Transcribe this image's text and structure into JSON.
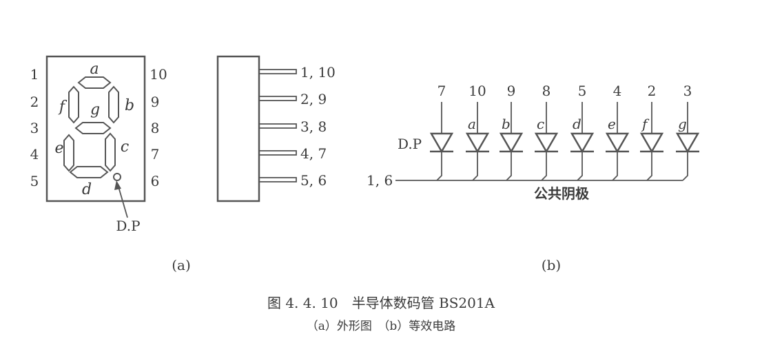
{
  "figure_a": {
    "left_pins": [
      "1",
      "2",
      "3",
      "4",
      "5"
    ],
    "right_pins": [
      "10",
      "9",
      "8",
      "7",
      "6"
    ],
    "segments": {
      "a": "a",
      "b": "b",
      "c": "c",
      "d": "d",
      "e": "e",
      "f": "f",
      "g": "g"
    },
    "dp_label": "D.P",
    "side_pins": [
      "1, 10",
      "2, 9",
      "3, 8",
      "4, 7",
      "5, 6"
    ],
    "label": "(a)"
  },
  "figure_b": {
    "pins": [
      "7",
      "10",
      "9",
      "8",
      "5",
      "4",
      "2",
      "3"
    ],
    "segments": [
      "",
      "a",
      "b",
      "c",
      "d",
      "e",
      "f",
      "g"
    ],
    "dp_label": "D.P",
    "common_pin": "1, 6",
    "common_label": "公共阴极",
    "label": "(b)"
  },
  "caption": {
    "title": "图 4. 4. 10　半导体数码管 BS201A",
    "subtitle": "（a）外形图　（b）等效电路"
  }
}
